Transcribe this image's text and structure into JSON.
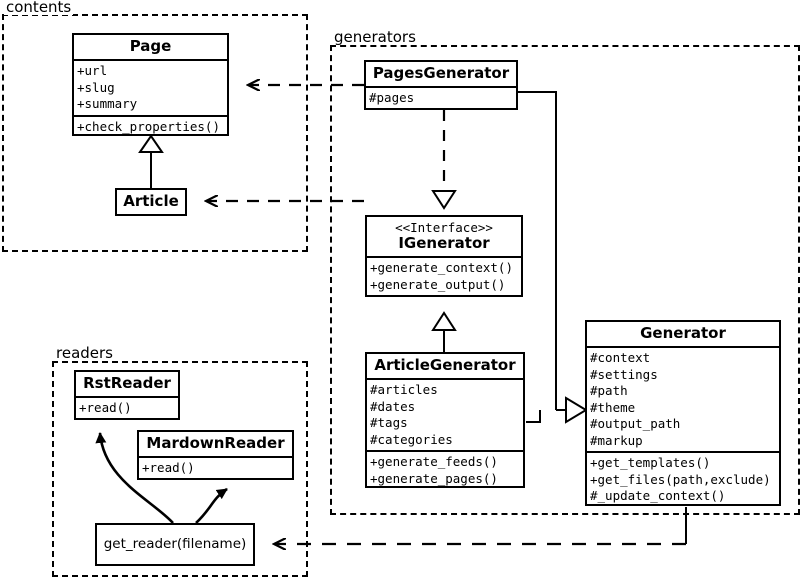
{
  "diagram": {
    "type": "uml-class-diagram",
    "packages": [
      {
        "id": "contents",
        "label": "contents"
      },
      {
        "id": "generators",
        "label": "generators"
      },
      {
        "id": "readers",
        "label": "readers"
      }
    ]
  },
  "classes": {
    "page": {
      "name": "Page",
      "attributes": [
        "+url",
        "+slug",
        "+summary"
      ],
      "operations": [
        "+check_properties()"
      ]
    },
    "article": {
      "name": "Article",
      "attributes": [],
      "operations": []
    },
    "pages_generator": {
      "name": "PagesGenerator",
      "attributes": [
        "#pages"
      ],
      "operations": []
    },
    "igenerator": {
      "stereotype": "<<Interface>>",
      "name": "IGenerator",
      "attributes": [],
      "operations": [
        "+generate_context()",
        "+generate_output()"
      ]
    },
    "article_generator": {
      "name": "ArticleGenerator",
      "attributes": [
        "#articles",
        "#dates",
        "#tags",
        "#categories"
      ],
      "operations": [
        "+generate_feeds()",
        "+generate_pages()"
      ]
    },
    "generator": {
      "name": "Generator",
      "attributes": [
        "#context",
        "#settings",
        "#path",
        "#theme",
        "#output_path",
        "#markup"
      ],
      "operations": [
        "+get_templates()",
        "+get_files(path,exclude)",
        "#_update_context()"
      ]
    },
    "rst_reader": {
      "name": "RstReader",
      "attributes": [],
      "operations": [
        "+read()"
      ]
    },
    "mardown_reader": {
      "name": "MardownReader",
      "attributes": [],
      "operations": [
        "+read()"
      ]
    },
    "get_reader": {
      "name": "get_reader(filename)"
    }
  },
  "relationships": [
    {
      "kind": "generalization",
      "from": "Article",
      "to": "Page"
    },
    {
      "kind": "realization",
      "from": "PagesGenerator",
      "to": "IGenerator"
    },
    {
      "kind": "realization",
      "from": "ArticleGenerator",
      "to": "IGenerator"
    },
    {
      "kind": "generalization",
      "from": "PagesGenerator",
      "to": "Generator"
    },
    {
      "kind": "generalization",
      "from": "ArticleGenerator",
      "to": "Generator"
    },
    {
      "kind": "dependency",
      "from": "PagesGenerator",
      "to": "Page"
    },
    {
      "kind": "dependency",
      "from": "ArticleGenerator",
      "to": "Article"
    },
    {
      "kind": "dependency",
      "from": "Generator",
      "to": "get_reader(filename)"
    },
    {
      "kind": "association",
      "from": "get_reader(filename)",
      "to": "RstReader"
    },
    {
      "kind": "association",
      "from": "get_reader(filename)",
      "to": "MardownReader"
    }
  ],
  "colors": {
    "stroke": "#000000",
    "background": "#ffffff"
  }
}
